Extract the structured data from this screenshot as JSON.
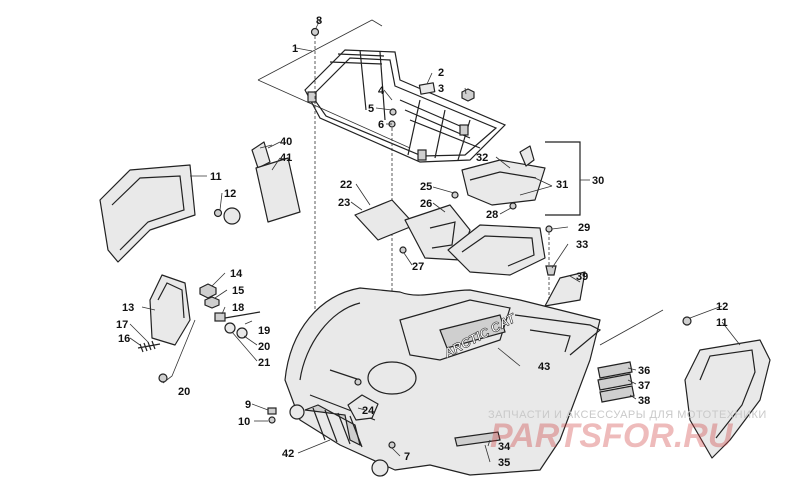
{
  "callouts": {
    "c1": "1",
    "c2": "2",
    "c3": "3",
    "c4": "4",
    "c5": "5",
    "c6": "6",
    "c7": "7",
    "c8": "8",
    "c9": "9",
    "c10": "10",
    "c11a": "11",
    "c11b": "11",
    "c12a": "12",
    "c12b": "12",
    "c13": "13",
    "c14": "14",
    "c15": "15",
    "c16": "16",
    "c17": "17",
    "c18": "18",
    "c19": "19",
    "c20a": "20",
    "c20b": "20",
    "c21": "21",
    "c22": "22",
    "c23": "23",
    "c24": "24",
    "c25": "25",
    "c26": "26",
    "c27": "27",
    "c28": "28",
    "c29": "29",
    "c30": "30",
    "c31": "31",
    "c32": "32",
    "c33": "33",
    "c34": "34",
    "c35": "35",
    "c36": "36",
    "c37": "37",
    "c38": "38",
    "c39": "39",
    "c40": "40",
    "c41": "41",
    "c42": "42",
    "c43": "43"
  },
  "emblem_text": "ARCTIC CAT",
  "watermark": {
    "subtitle": "ЗАПЧАСТИ И АКСЕССУАРЫ ДЛЯ МОТОТЕХНИКИ",
    "brand": "PARTSFOR.RU"
  }
}
